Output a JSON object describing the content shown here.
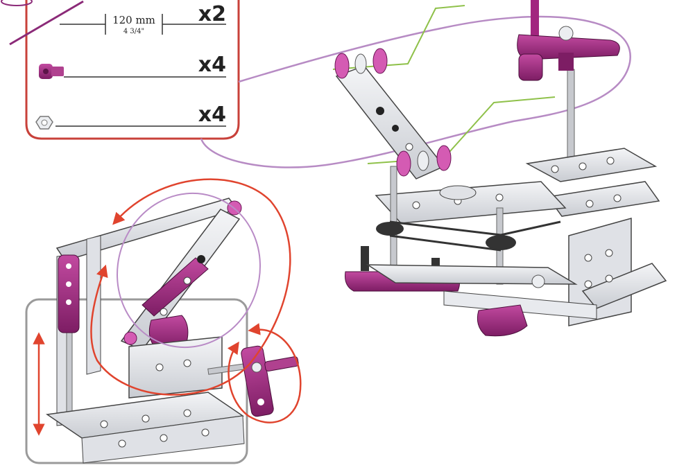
{
  "parts_list": [
    {
      "name": "rod",
      "quantity": "x2",
      "length": "120 mm",
      "length_imperial": "4 3/4\""
    },
    {
      "name": "screw",
      "quantity": "x4"
    },
    {
      "name": "nut",
      "quantity": "x4"
    }
  ],
  "colors": {
    "callout_border": "#c8413a",
    "accent_part": "#a2267f",
    "metal": "#e6e8ec",
    "connector_line": "#8fc14a",
    "motion_arrow": "#e0442e",
    "inset_border": "#9a9a9a"
  }
}
